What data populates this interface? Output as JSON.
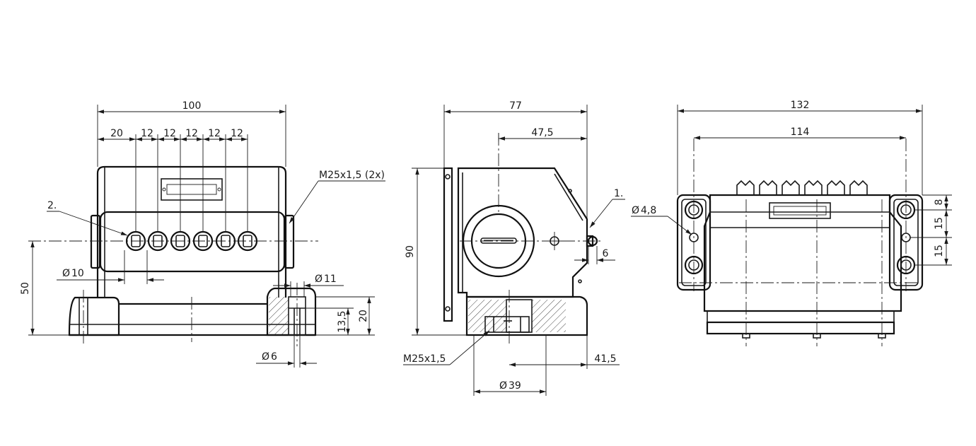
{
  "front_view": {
    "dim_width": "100",
    "dim_offset": "20",
    "dim_pitch_1": "12",
    "dim_pitch_2": "12",
    "dim_pitch_3": "12",
    "dim_pitch_4": "12",
    "dim_pitch_5": "12",
    "thread_callout": "M25x1,5 (2x)",
    "item_2": "2.",
    "dia_lamp": "10",
    "dia_hole_top": "11",
    "dim_height": "50",
    "dim_base_height": "20",
    "dim_counterbore": "13,5",
    "dia_hole_bottom": "6"
  },
  "side_view": {
    "dim_width": "77",
    "dim_center": "47,5",
    "dim_height": "90",
    "item_1": "1.",
    "dim_small": "6",
    "thread_callout": "M25x1,5",
    "dim_offset": "41,5",
    "dia_entry": "39"
  },
  "top_view": {
    "dim_width": "132",
    "dim_hole_spacing": "114",
    "dia_mount": "4,8",
    "dim_v1": "8",
    "dim_v2": "15",
    "dim_v3": "15"
  },
  "symbols": {
    "diameter": "Ø"
  }
}
